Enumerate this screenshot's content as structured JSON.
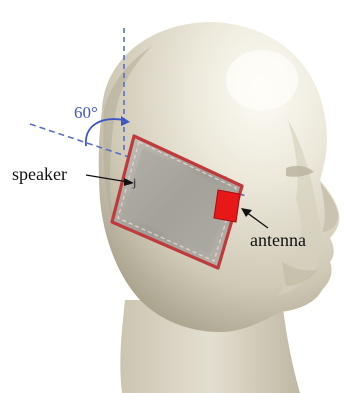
{
  "figure": {
    "angle_label": "60°",
    "speaker_label": "speaker",
    "antenna_label": "antenna",
    "speaker_marker": "j"
  },
  "colors": {
    "background": "#ffffff",
    "head_base": "#e8e4d6",
    "head_shadow": "#b9b3a0",
    "head_highlight": "#fbfaf3",
    "phone_frame": "#c0393b",
    "phone_screen": "#9c9a92",
    "antenna_patch": "#e81818",
    "dashed_axis": "#5b6ec7",
    "angle_text": "#3d57c5",
    "label_text": "#111111"
  }
}
